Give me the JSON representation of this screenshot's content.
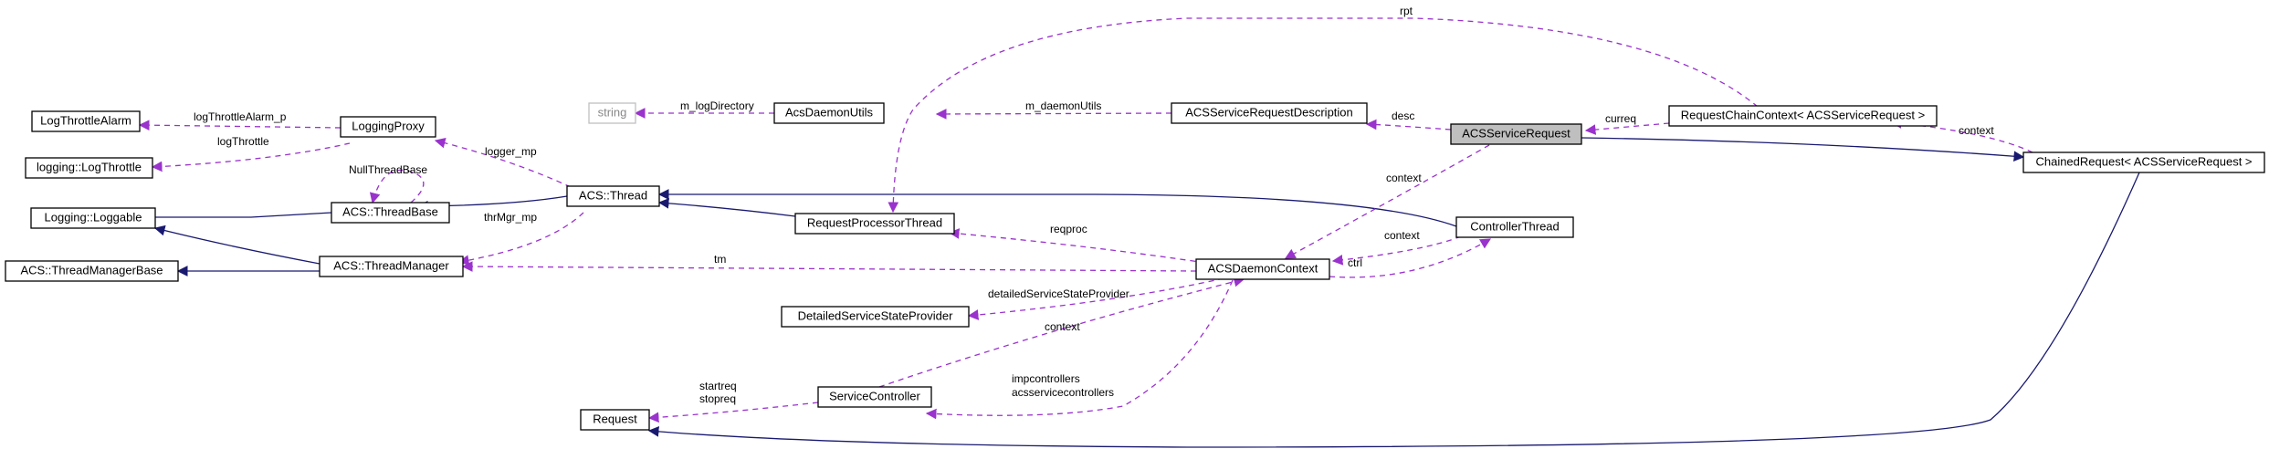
{
  "nodes": {
    "log_throttle_alarm": "LogThrottleAlarm",
    "logging_log_throttle": "logging::LogThrottle",
    "logging_loggable": "Logging::Loggable",
    "acs_thread_manager_base": "ACS::ThreadManagerBase",
    "logging_proxy": "LoggingProxy",
    "acs_thread_base": "ACS::ThreadBase",
    "acs_thread_manager": "ACS::ThreadManager",
    "acs_thread": "ACS::Thread",
    "string": "string",
    "acs_daemon_utils": "AcsDaemonUtils",
    "acs_service_request_description": "ACSServiceRequestDescription",
    "acs_service_request": "ACSServiceRequest",
    "request_chain_context": "RequestChainContext< ACSServiceRequest >",
    "chained_request": "ChainedRequest< ACSServiceRequest >",
    "request_processor_thread": "RequestProcessorThread",
    "controller_thread": "ControllerThread",
    "acs_daemon_context": "ACSDaemonContext",
    "detailed_service_state_provider": "DetailedServiceStateProvider",
    "service_controller": "ServiceController",
    "request": "Request"
  },
  "edge_labels": {
    "log_throttle_alarm_p": "logThrottleAlarm_p",
    "log_throttle": "logThrottle",
    "null_thread_base": "NullThreadBase",
    "logger_mp": "logger_mp",
    "thr_mgr_mp": "thrMgr_mp",
    "tm": "tm",
    "m_log_directory": "m_logDirectory",
    "m_daemon_utils": "m_daemonUtils",
    "desc": "desc",
    "curreq": "curreq",
    "rpt": "rpt",
    "context_chain": "context",
    "context_request": "context",
    "context_controller": "context",
    "context_service_controller": "context",
    "reqproc": "reqproc",
    "ctrl": "ctrl",
    "detailed_service_state_provider": "detailedServiceStateProvider",
    "startreq": "startreq",
    "stopreq": "stopreq",
    "impcontrollers": "impcontrollers",
    "acsservicecontrollers": "acsservicecontrollers"
  },
  "colors": {
    "inheritance": "#191970",
    "usage": "#9a32cd",
    "focus_fill": "#bfbfbf",
    "external_border": "#c0c0c0"
  }
}
